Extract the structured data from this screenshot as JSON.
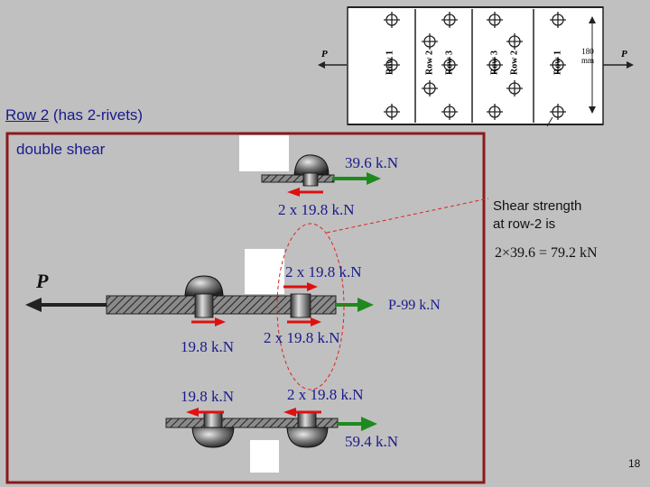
{
  "slide": {
    "heading_label": "Row 2",
    "heading_suffix": " (has 2-rivets)",
    "subheading": "double shear",
    "page_number": "18"
  },
  "colors": {
    "background": "#c0c0c0",
    "frame": "#8b1a1a",
    "text_blue": "#1a1a8c",
    "arrow_green": "#1e8a1e",
    "arrow_red": "#e01010",
    "dashed_red": "#e02020"
  },
  "top_figure": {
    "rows": [
      "Row 1",
      "Row 2",
      "Row 3",
      "Row 3",
      "Row 2",
      "Row 1"
    ],
    "left_load": "P",
    "right_load": "P",
    "dimension_value": "180",
    "dimension_unit": "mm"
  },
  "labels": {
    "top_force": "39.6 k.N",
    "top_double": "2 x 19.8 k.N",
    "mid_double": "2 x 19.8 k.N",
    "p_force": "P-99 k.N",
    "p_symbol": "P",
    "left_single_1": "19.8 k.N",
    "right_double_1": "2 x 19.8 k.N",
    "left_single_2": "19.8 k.N",
    "right_double_2": "2 x 19.8 k.N",
    "bottom_force": "59.4 k.N"
  },
  "callout": {
    "line1": "Shear strength",
    "line2": "at row-2 is",
    "equation": "2×39.6 = 79.2 kN"
  }
}
